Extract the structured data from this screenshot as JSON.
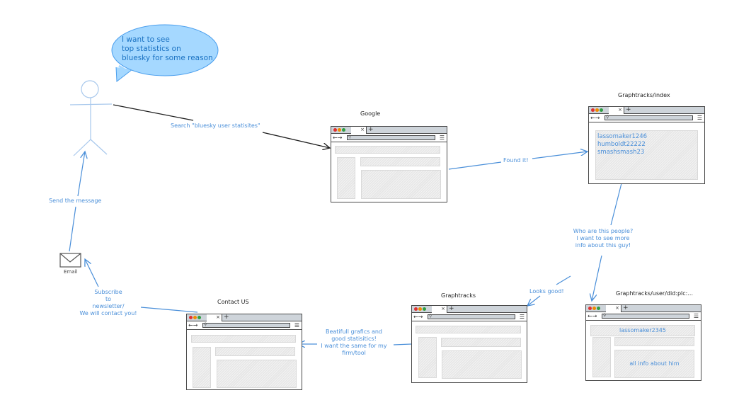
{
  "diagram": {
    "type": "user-flow",
    "colors": {
      "accent_blue": "#4a8fd9",
      "bubble_fill": "#a5d8ff",
      "bubble_stroke": "#4a9eed",
      "line_dark": "#1e1e1e",
      "tab_gray": "#ced4da",
      "dot_red": "#e03131",
      "dot_orange": "#f08c00",
      "dot_green": "#2f9e44"
    },
    "actor": {
      "name": "user",
      "speech": [
        "I want to see",
        "top statistics on",
        "bluesky for some reason"
      ]
    },
    "email": {
      "label": "Email"
    },
    "browsers": [
      {
        "id": "google",
        "title": "Google",
        "tab_close": "×",
        "tab_new": "+"
      },
      {
        "id": "index",
        "title": "Graphtracks/index",
        "tab_close": "×",
        "tab_new": "+",
        "list": [
          "lassomaker1246",
          "humboldt22222",
          "smashsmash23"
        ]
      },
      {
        "id": "user",
        "title": "Graphtracks/user/did:plc:...",
        "tab_close": "×",
        "tab_new": "+",
        "header_text": "lassomaker2345",
        "content_text": "all info about him"
      },
      {
        "id": "graphtracks",
        "title": "Graphtracks",
        "tab_close": "×",
        "tab_new": "+"
      },
      {
        "id": "contact",
        "title": "Contact US",
        "tab_close": "×",
        "tab_new": "+"
      }
    ],
    "edges": [
      {
        "from": "user",
        "to": "google",
        "label": "Search \"bluesky user statisites\""
      },
      {
        "from": "google",
        "to": "index",
        "label": "Found it!"
      },
      {
        "from": "index",
        "to": "user",
        "label": [
          "Who are this people?",
          "I want to see more",
          "info about this guy!"
        ]
      },
      {
        "from": "user",
        "to": "graphtracks",
        "label": "Looks good!"
      },
      {
        "from": "graphtracks",
        "to": "contact",
        "label": [
          "Beatifull grafics and",
          "good statisitics!",
          "I want the same for my",
          "firm/tool"
        ]
      },
      {
        "from": "contact",
        "to": "email",
        "label": [
          "Subscribe",
          "to",
          "newsletter/",
          "We will contact you!"
        ]
      },
      {
        "from": "email",
        "to": "user",
        "label": "Send the message"
      }
    ],
    "icons": {
      "back_forward": "←→",
      "search": "⚲",
      "menu": "☰"
    }
  }
}
